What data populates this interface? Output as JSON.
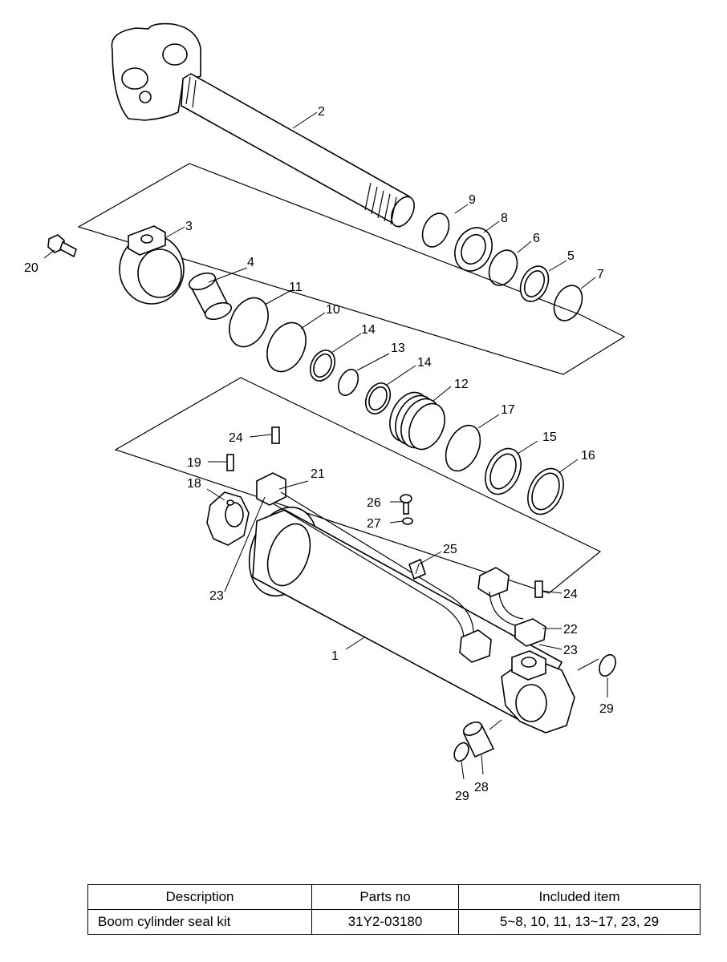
{
  "callouts": [
    "1",
    "2",
    "3",
    "4",
    "5",
    "6",
    "7",
    "8",
    "9",
    "10",
    "11",
    "12",
    "13",
    "14",
    "14",
    "15",
    "16",
    "17",
    "18",
    "19",
    "20",
    "21",
    "22",
    "23",
    "23",
    "24",
    "24",
    "25",
    "26",
    "27",
    "28",
    "29",
    "29"
  ],
  "table": {
    "headers": [
      "Description",
      "Parts no",
      "Included item"
    ],
    "rows": [
      [
        "Boom cylinder seal kit",
        "31Y2-03180",
        "5~8, 10, 11, 13~17, 23, 29"
      ]
    ]
  }
}
